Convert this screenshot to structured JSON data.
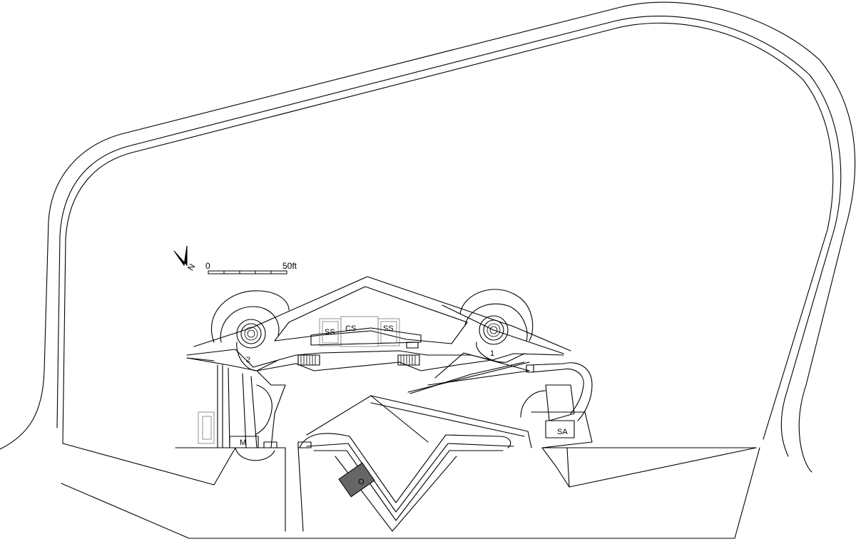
{
  "labels": {
    "emplacement_1": "1",
    "emplacement_2": "2",
    "ss_left": "SS",
    "cs": "CS",
    "ss_right": "SS",
    "m": "M",
    "sa": "SA",
    "o": "O"
  },
  "north_arrow": {
    "letter": "N"
  },
  "scale_bar": {
    "start_label": "0",
    "end_label": "50ft"
  },
  "colors": {
    "line": "#000000",
    "room_o_fill": "#666666",
    "faint_line": "#888888",
    "background": "#ffffff"
  }
}
